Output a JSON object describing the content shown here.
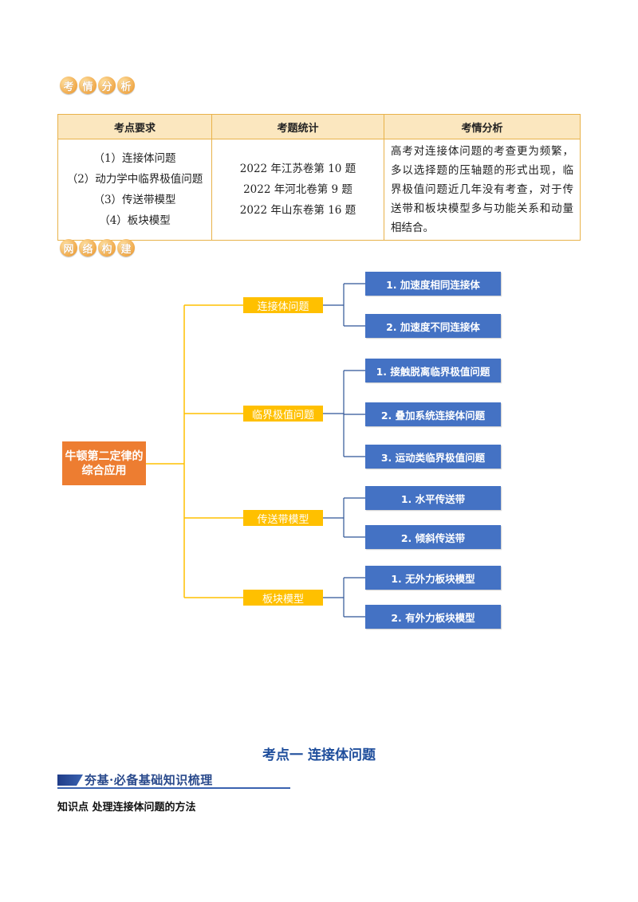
{
  "badge1": [
    "考",
    "情",
    "分",
    "析"
  ],
  "badge2": [
    "网",
    "络",
    "构",
    "建"
  ],
  "table": {
    "headers": [
      "考点要求",
      "考题统计",
      "考情分析"
    ],
    "requirements": [
      "（1）连接体问题",
      "（2）动力学中临界极值问题",
      "（3）传送带模型",
      "（4）板块模型"
    ],
    "stats": [
      "2022 年江苏卷第 10 题",
      "2022 年河北卷第 9 题",
      "2022 年山东卷第 16 题"
    ],
    "analysis": "高考对连接体问题的考查更为频繁，多以选择题的压轴题的形式出现，临界极值问题近几年没有考查，对于传送带和板块模型多与功能关系和动量相结合。"
  },
  "mindmap": {
    "root": [
      "牛顿第二定律的",
      "综合应用"
    ],
    "branches": [
      {
        "label": "连接体问题",
        "leaves": [
          "1. 加速度相同连接体",
          "2. 加速度不同连接体"
        ]
      },
      {
        "label": "临界极值问题",
        "leaves": [
          "1. 接触脱离临界极值问题",
          "2. 叠加系统连接体问题",
          "3. 运动类临界极值问题"
        ]
      },
      {
        "label": "传送带模型",
        "leaves": [
          "1. 水平传送带",
          "2. 倾斜传送带"
        ]
      },
      {
        "label": "板块模型",
        "leaves": [
          "1. 无外力板块模型",
          "2. 有外力板块模型"
        ]
      }
    ],
    "colors": {
      "root": "#ed7d31",
      "branch": "#ffc000",
      "leaf": "#4472c4",
      "connector": "#ffc000",
      "leaf_connector": "#2f5597"
    }
  },
  "section": {
    "title": "考点一  连接体问题",
    "subheading": "夯基·必备基础知识梳理",
    "knowledge_point": "知识点  处理连接体问题的方法"
  }
}
